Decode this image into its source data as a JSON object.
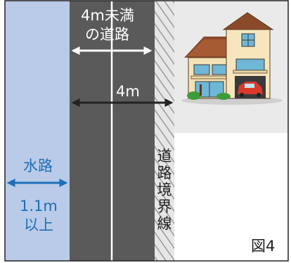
{
  "road_label": [
    "4m未満",
    "の道路"
  ],
  "width_label": "4m",
  "waterway_label": "水路",
  "waterway_width": [
    "1.1m",
    "以上"
  ],
  "boundary_label": "道路境界線",
  "figure_label": "図4",
  "colors": {
    "waterway": "#b9cbe8",
    "road": "#5a5a5a",
    "arrow_white": "#ffffff",
    "arrow_blue": "#1f6fb8",
    "arrow_black": "#222222",
    "lot": "#eaeaea",
    "border": "#222222"
  }
}
